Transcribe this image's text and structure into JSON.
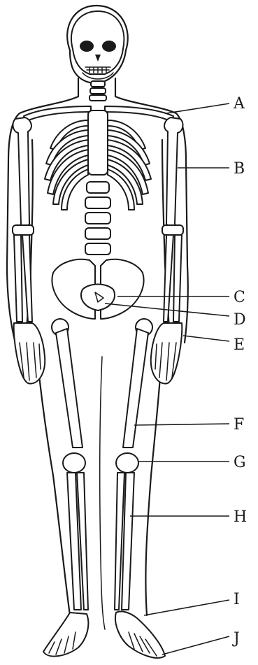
{
  "diagram": {
    "labels": [
      {
        "id": "A",
        "text": "A"
      },
      {
        "id": "B",
        "text": "B"
      },
      {
        "id": "C",
        "text": "C"
      },
      {
        "id": "D",
        "text": "D"
      },
      {
        "id": "E",
        "text": "E"
      },
      {
        "id": "F",
        "text": "F"
      },
      {
        "id": "G",
        "text": "G"
      },
      {
        "id": "H",
        "text": "H"
      },
      {
        "id": "I",
        "text": "I"
      },
      {
        "id": "J",
        "text": "J"
      }
    ]
  }
}
